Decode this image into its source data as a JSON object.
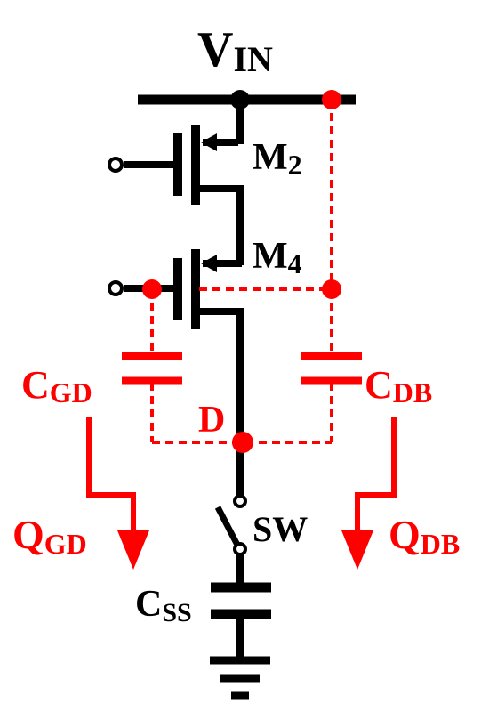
{
  "colors": {
    "circuit": "#000000",
    "parasitic": "#ff0000",
    "background": "#ffffff"
  },
  "labels": {
    "vin": {
      "main": "V",
      "sub": "IN"
    },
    "m2": {
      "main": "M",
      "sub": "2"
    },
    "m4": {
      "main": "M",
      "sub": "4"
    },
    "cgd": {
      "main": "C",
      "sub": "GD"
    },
    "cdb": {
      "main": "C",
      "sub": "DB"
    },
    "node_d": "D",
    "qgd": {
      "main": "Q",
      "sub": "GD"
    },
    "qdb": {
      "main": "Q",
      "sub": "DB"
    },
    "sw": "SW",
    "css": {
      "main": "C",
      "sub": "SS"
    }
  }
}
